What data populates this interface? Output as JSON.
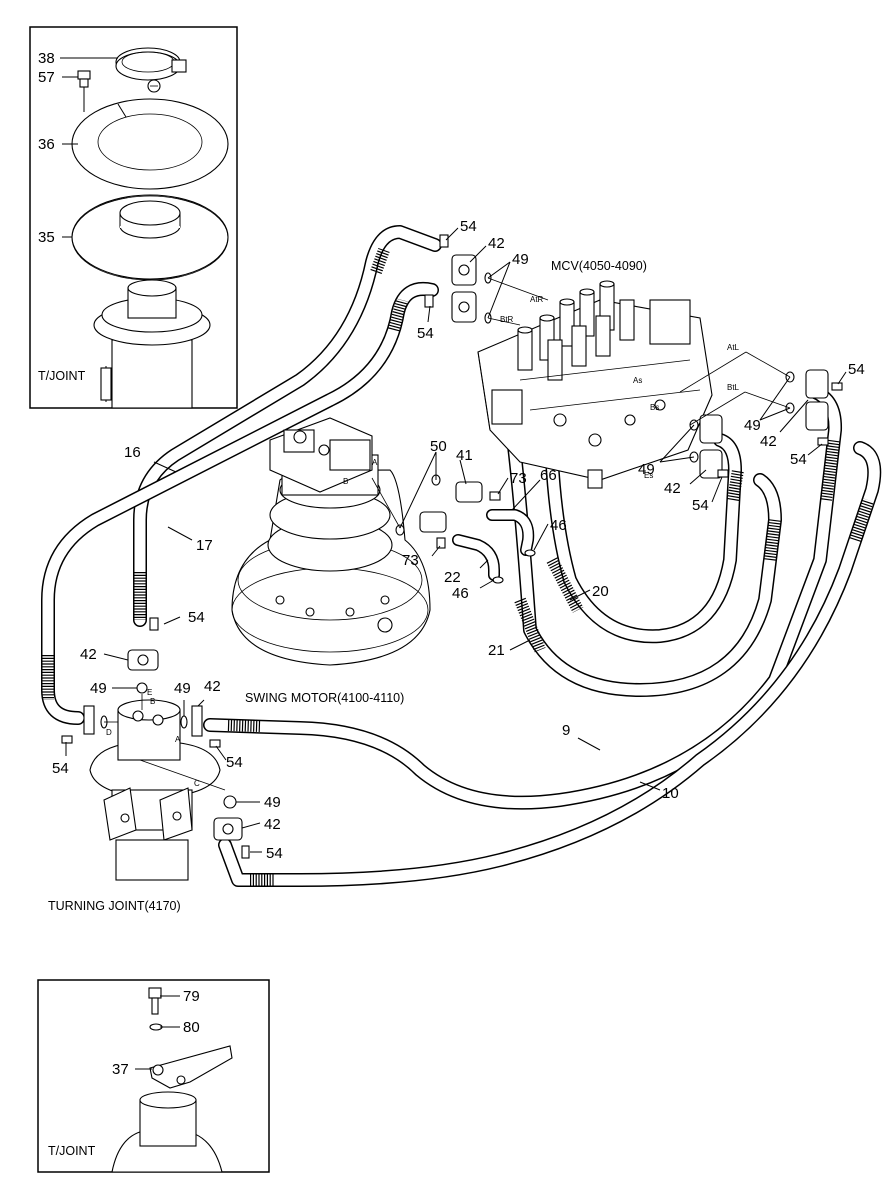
{
  "titles": {
    "mcv": "MCV(4050-4090)",
    "swing_motor": "SWING MOTOR(4100-4110)",
    "turning_joint": "TURNING JOINT(4170)",
    "inset_top": "T/JOINT",
    "inset_bottom": "T/JOINT"
  },
  "port_labels": {
    "atr": "AtR",
    "btr": "BtR",
    "atl": "AtL",
    "btl": "BtL",
    "as": "As",
    "bs": "Bs",
    "es": "Es",
    "motor_a": "A",
    "motor_b": "B",
    "joint_a": "A",
    "joint_b": "B",
    "joint_c": "C",
    "joint_d": "D",
    "joint_e": "E"
  },
  "callouts": {
    "inset_top": [
      "38",
      "57",
      "36",
      "35"
    ],
    "top_middle": [
      "54",
      "42",
      "49",
      "54"
    ],
    "right_group": [
      "54",
      "49",
      "42",
      "54",
      "49",
      "42",
      "54"
    ],
    "motor_group": [
      "50",
      "41",
      "73",
      "66",
      "46",
      "73",
      "22",
      "46"
    ],
    "hoses": [
      "16",
      "17",
      "20",
      "21",
      "9",
      "10"
    ],
    "left_group": [
      "54",
      "42",
      "49",
      "49",
      "42",
      "54",
      "54",
      "49",
      "42",
      "54"
    ],
    "inset_bottom": [
      "79",
      "80",
      "37"
    ]
  }
}
